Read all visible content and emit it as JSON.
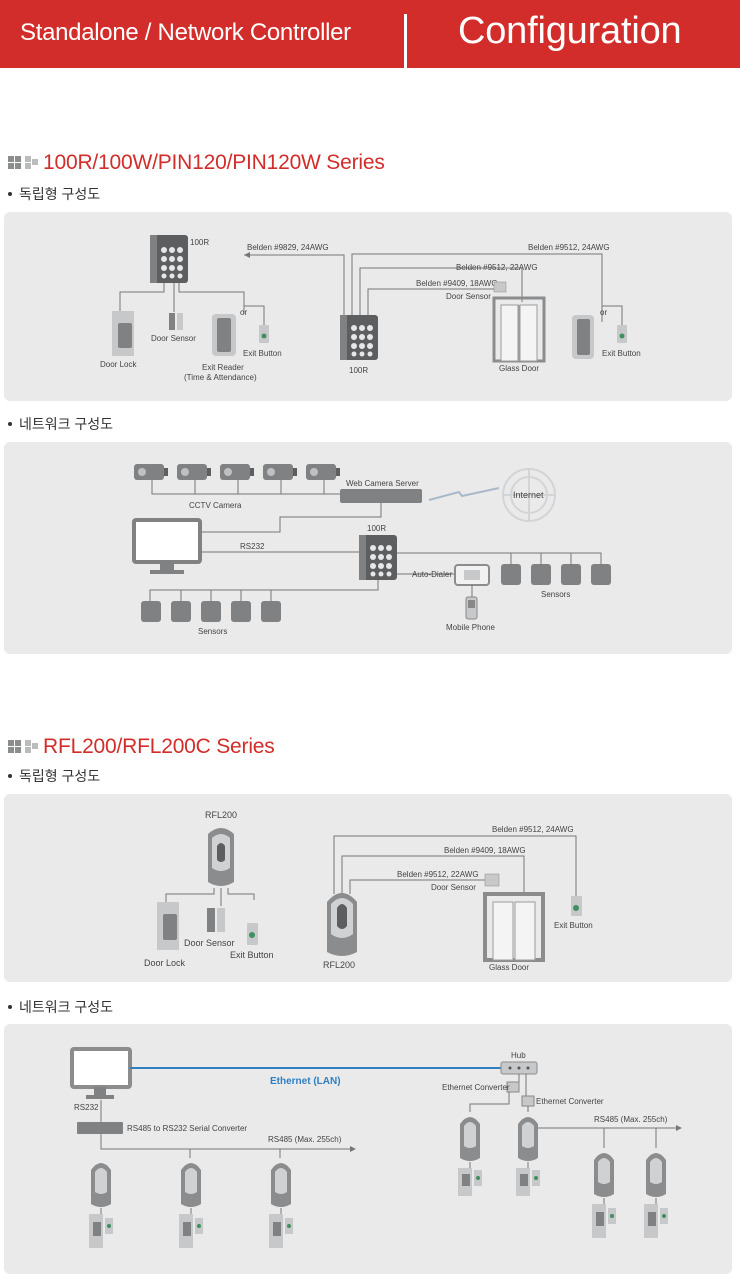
{
  "header": {
    "left_title": "Standalone / Network Controller",
    "right_title": "Configuration"
  },
  "section1": {
    "title": "100R/100W/PIN120/PIN120W Series",
    "standalone": {
      "heading": "독립형 구성도",
      "labels": {
        "device_100r_top": "100R",
        "door_lock": "Door Lock",
        "door_sensor_left": "Door Sensor",
        "or_left": "or",
        "exit_reader": "Exit Reader",
        "time_attendance": "(Time & Attendance)",
        "exit_button_left": "Exit Button",
        "belden_9829": "Belden #9829, 24AWG",
        "belden_9512_top": "Belden #9512, 24AWG",
        "belden_9512_mid": "Belden #9512, 22AWG",
        "belden_9409": "Belden #9409, 18AWG",
        "door_sensor_right": "Door Sensor",
        "device_100r_mid": "100R",
        "glass_door": "Glass Door",
        "or_right": "or",
        "exit_button_right": "Exit Button"
      }
    },
    "network": {
      "heading": "네트워크 구성도",
      "labels": {
        "cctv_camera": "CCTV Camera",
        "web_camera_server": "Web Camera Server",
        "internet": "Internet",
        "device_100r": "100R",
        "rs232": "RS232",
        "auto_dialer": "Auto-Dialer",
        "mobile_phone": "Mobile Phone",
        "sensors_right": "Sensors",
        "sensors_left": "Sensors"
      }
    }
  },
  "section2": {
    "title": "RFL200/RFL200C Series",
    "standalone": {
      "heading": "독립형 구성도",
      "labels": {
        "rfl200_top": "RFL200",
        "door_lock": "Door Lock",
        "door_sensor_left": "Door Sensor",
        "exit_button_left": "Exit Button",
        "belden_9512_24": "Belden #9512, 24AWG",
        "belden_9409": "Belden #9409, 18AWG",
        "belden_9512_22": "Belden #9512, 22AWG",
        "door_sensor_right": "Door Sensor",
        "exit_button_right": "Exit Button",
        "rfl200_bottom": "RFL200",
        "glass_door": "Glass Door"
      }
    },
    "network": {
      "heading": "네트워크 구성도",
      "labels": {
        "hub": "Hub",
        "ethernet": "Ethernet (LAN)",
        "rs232": "RS232",
        "converter": "RS485 to RS232 Serial Converter",
        "rs485_left": "RS485 (Max. 255ch)",
        "ethernet_converter_1": "Ethernet Converter",
        "ethernet_converter_2": "Ethernet Converter",
        "rs485_right": "RS485 (Max. 255ch)"
      }
    }
  },
  "colors": {
    "brand_red": "#d22d2a",
    "panel_bg": "#eaeaeb",
    "ethernet_blue": "#2f7fc1"
  }
}
